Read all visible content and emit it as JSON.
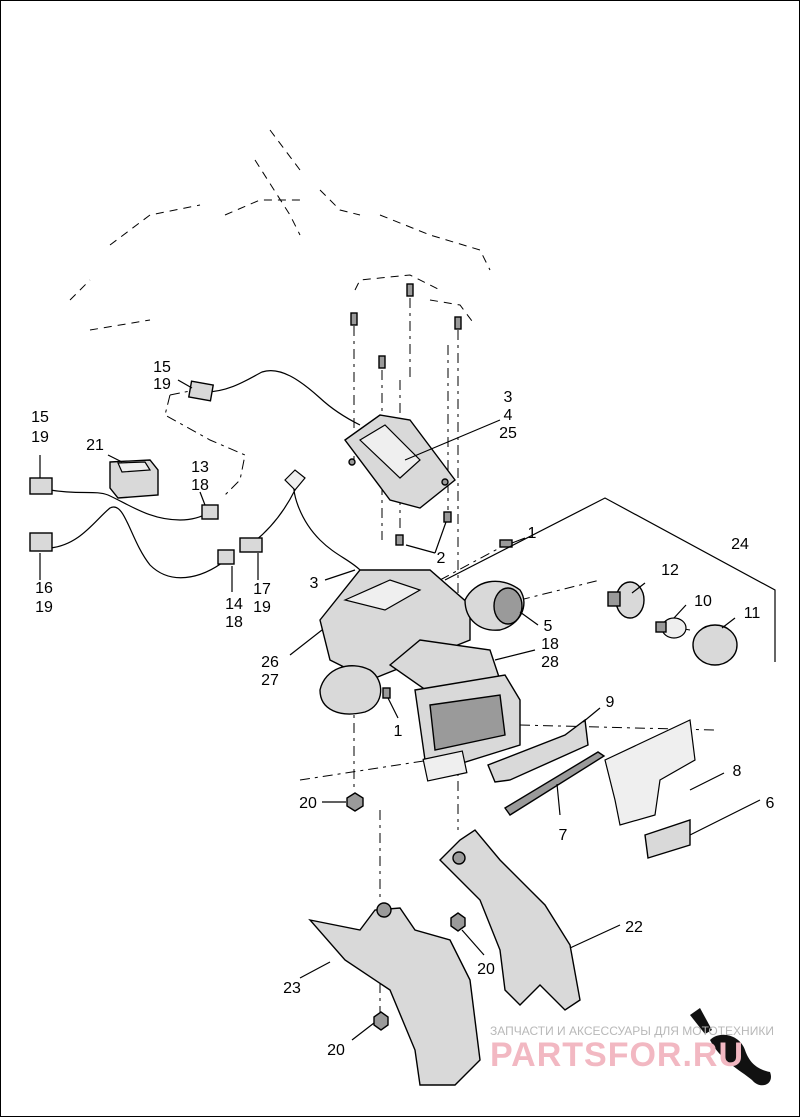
{
  "diagram": {
    "callouts": [
      {
        "id": "c15a",
        "text": "15"
      },
      {
        "id": "c19a",
        "text": "19"
      },
      {
        "id": "c15b",
        "text": "15"
      },
      {
        "id": "c19b",
        "text": "19"
      },
      {
        "id": "c21",
        "text": "21"
      },
      {
        "id": "c13",
        "text": "13"
      },
      {
        "id": "c18a",
        "text": "18"
      },
      {
        "id": "c16",
        "text": "16"
      },
      {
        "id": "c19c",
        "text": "19"
      },
      {
        "id": "c14",
        "text": "14"
      },
      {
        "id": "c18b",
        "text": "18"
      },
      {
        "id": "c17",
        "text": "17"
      },
      {
        "id": "c19d",
        "text": "19"
      },
      {
        "id": "c3a",
        "text": "3"
      },
      {
        "id": "c4",
        "text": "4"
      },
      {
        "id": "c25",
        "text": "25"
      },
      {
        "id": "c2",
        "text": "2"
      },
      {
        "id": "c1a",
        "text": "1"
      },
      {
        "id": "c24",
        "text": "24"
      },
      {
        "id": "c3b",
        "text": "3"
      },
      {
        "id": "c12",
        "text": "12"
      },
      {
        "id": "c10",
        "text": "10"
      },
      {
        "id": "c11",
        "text": "11"
      },
      {
        "id": "c5",
        "text": "5"
      },
      {
        "id": "c18c",
        "text": "18"
      },
      {
        "id": "c28",
        "text": "28"
      },
      {
        "id": "c26",
        "text": "26"
      },
      {
        "id": "c27",
        "text": "27"
      },
      {
        "id": "c1b",
        "text": "1"
      },
      {
        "id": "c9",
        "text": "9"
      },
      {
        "id": "c8",
        "text": "8"
      },
      {
        "id": "c6",
        "text": "6"
      },
      {
        "id": "c7",
        "text": "7"
      },
      {
        "id": "c20a",
        "text": "20"
      },
      {
        "id": "c22",
        "text": "22"
      },
      {
        "id": "c20b",
        "text": "20"
      },
      {
        "id": "c23",
        "text": "23"
      },
      {
        "id": "c20c",
        "text": "20"
      }
    ]
  },
  "watermark": {
    "tagline": "ЗАПЧАСТИ И АКСЕССУАРЫ ДЛЯ МОТОТЕХНИКИ",
    "brand": "PARTSFOR.RU"
  }
}
